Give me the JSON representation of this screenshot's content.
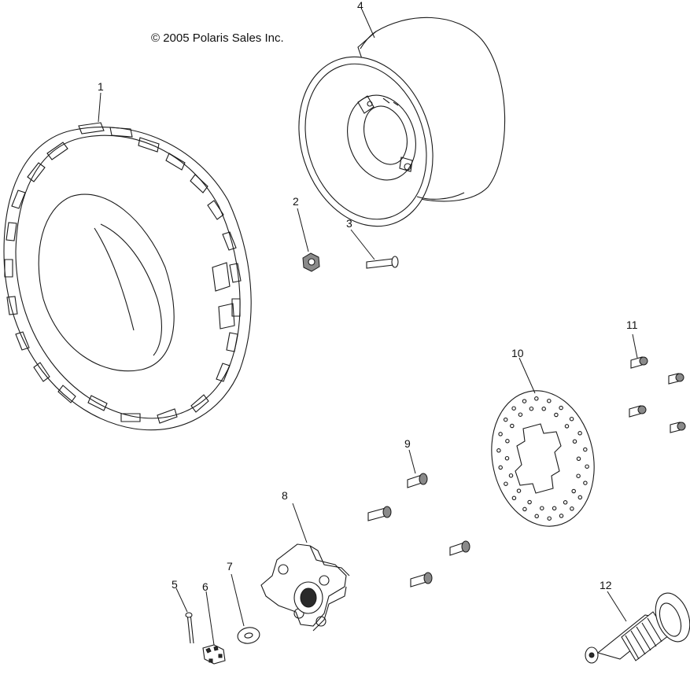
{
  "copyright": "© 2005 Polaris Sales Inc.",
  "callouts": [
    "1",
    "2",
    "3",
    "4",
    "5",
    "6",
    "7",
    "8",
    "9",
    "10",
    "11",
    "12"
  ]
}
